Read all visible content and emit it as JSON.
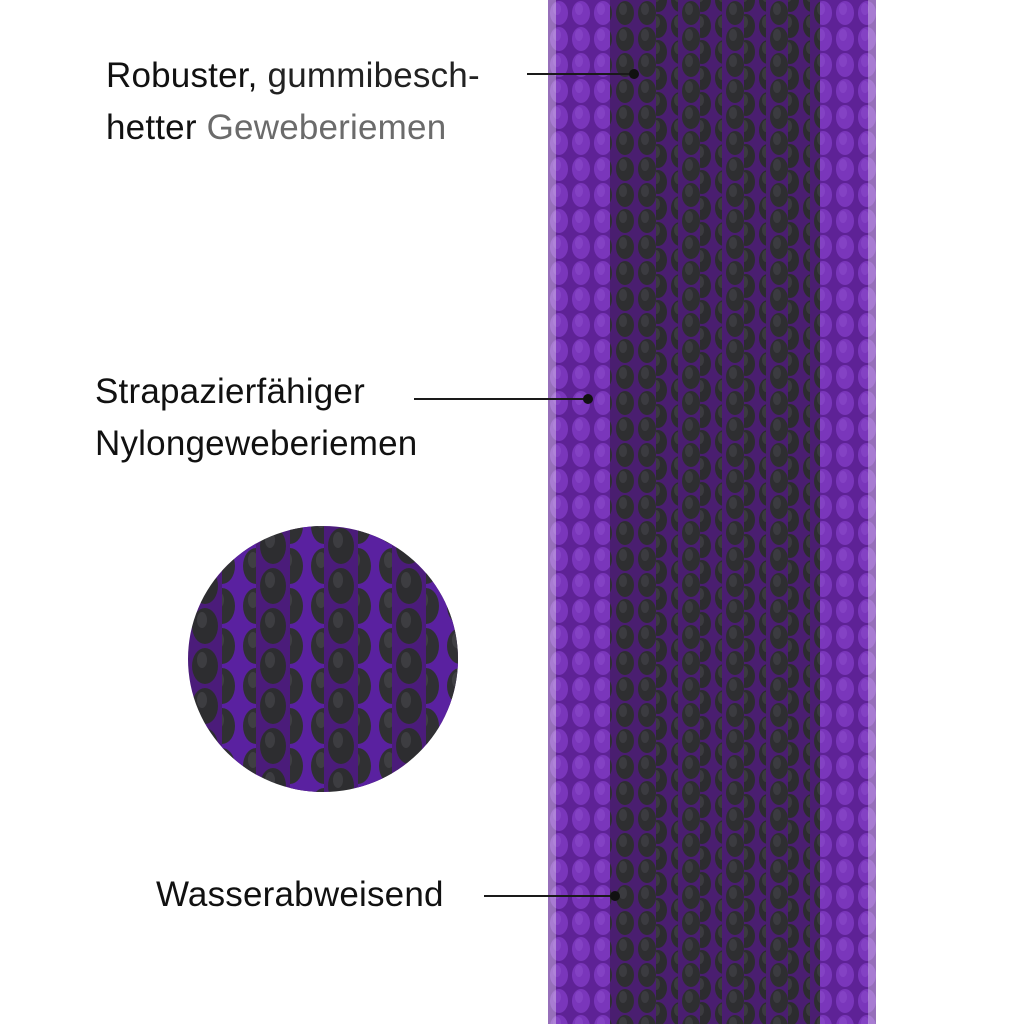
{
  "callouts": [
    {
      "line1_dark": "Robuster, ",
      "line1_muted": "gummibesch-",
      "line2_dark": "hetter ",
      "line2_muted": "Geweberiemen"
    },
    {
      "line1": "Strapazierfähiger",
      "line2": "Nylongeweberiemen"
    },
    {
      "line1": "Wasserabweisend"
    }
  ],
  "colors": {
    "purple": "#6a2aa0",
    "purple_light": "#7d3bbf",
    "purple_dark": "#4a1a75",
    "black_stripe": "#2c2c2f",
    "black_light": "#3c3c40"
  }
}
